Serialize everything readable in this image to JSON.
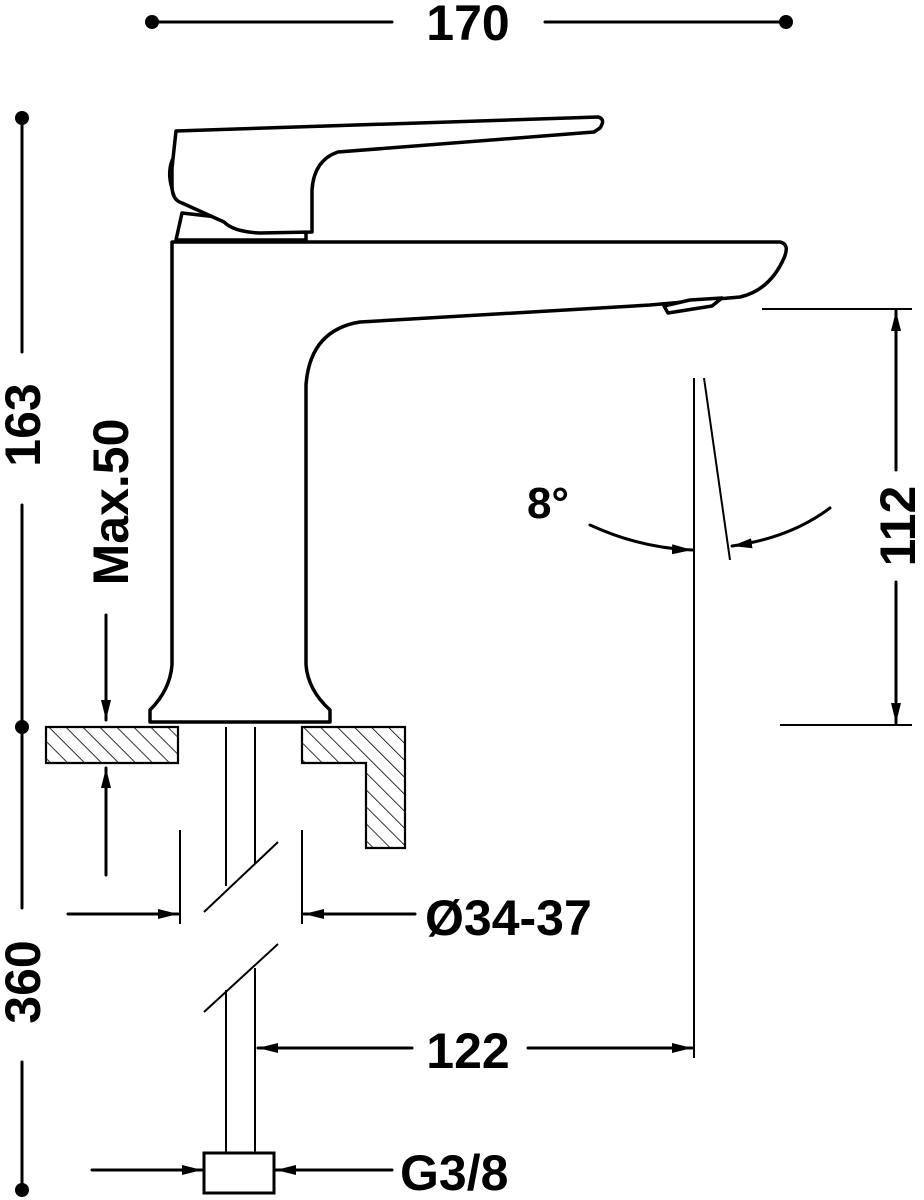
{
  "dimensions": {
    "total_width": "170",
    "total_height": "163",
    "deck_thickness": "Max.50",
    "hole_diameter": "Ø34-37",
    "hose_length": "360",
    "spout_reach": "122",
    "spout_height": "112",
    "spout_angle": "8°",
    "connection_thread": "G3/8"
  },
  "colors": {
    "line": "#000000",
    "background": "#ffffff"
  }
}
